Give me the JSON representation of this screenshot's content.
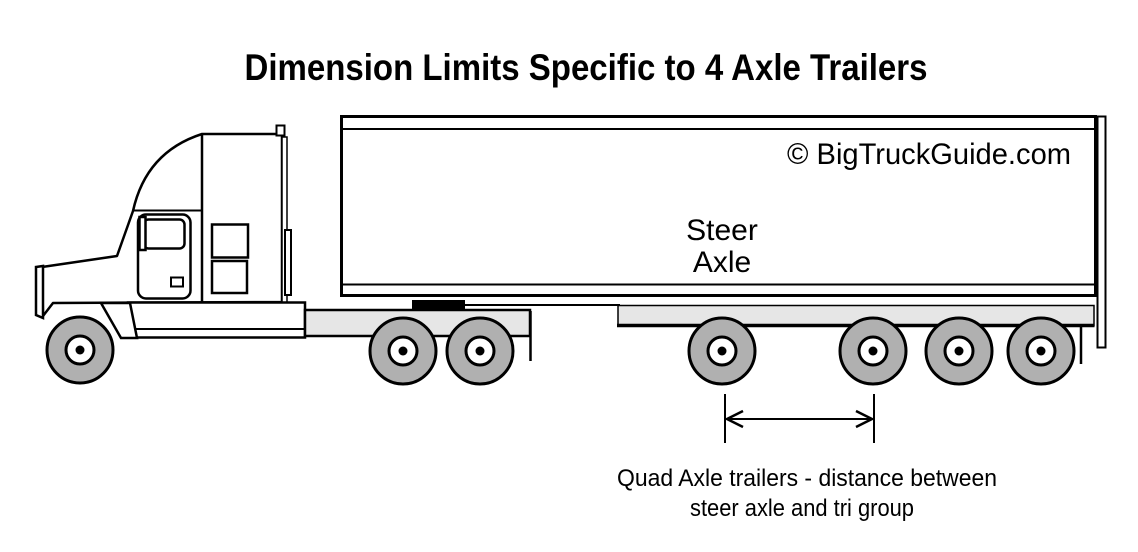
{
  "title": "Dimension Limits Specific to 4 Axle Trailers",
  "trailer": {
    "watermark": "© BigTruckGuide.com",
    "axle_label_line1": "Steer",
    "axle_label_line2": "Axle"
  },
  "caption": {
    "line1": "Quad Axle trailers - distance between",
    "line2": "steer axle and tri group"
  },
  "colors": {
    "outline": "#000000",
    "tire": "#b0b0b0",
    "chassis": "#e6e6e6",
    "fifth_wheel": "#000000",
    "background": "#ffffff"
  },
  "diagram": {
    "subject": "semi tractor with 4 axle quad trailer, side view line drawing",
    "axles": {
      "tractor_front_wheels": 1,
      "tractor_drive_wheels": 2,
      "trailer_steer_axle_wheels": 1,
      "trailer_tri_group_wheels": 3
    },
    "dimension_arrow": "between trailer steer axle and tri group"
  }
}
